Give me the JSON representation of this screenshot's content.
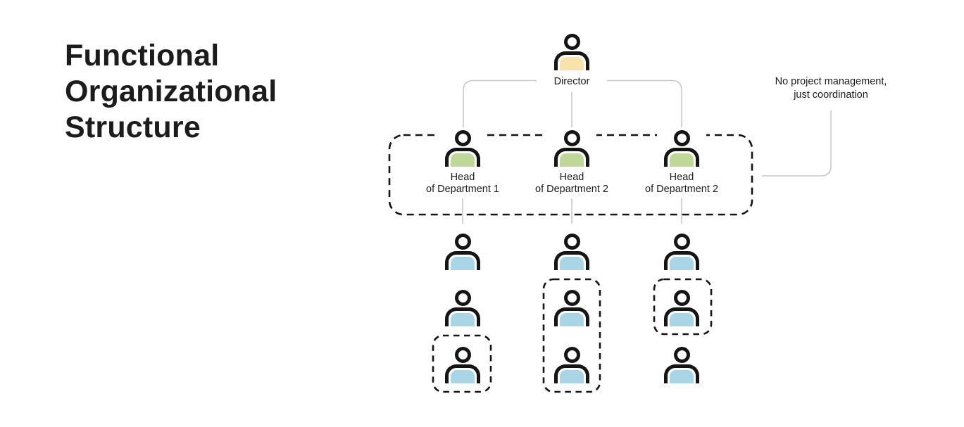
{
  "title": {
    "lines": [
      "Functional",
      "Organizational",
      "Structure"
    ]
  },
  "annotation": {
    "lines": [
      "No project management,",
      "just coordination"
    ]
  },
  "org_chart": {
    "director": {
      "label": "Director"
    },
    "departments": [
      {
        "head_label_lines": [
          "Head",
          "of Department 1"
        ],
        "member_count": 3,
        "dashed_member_rows": [
          3
        ],
        "dashed_rows_grouped": false
      },
      {
        "head_label_lines": [
          "Head",
          "of Department 2"
        ],
        "member_count": 3,
        "dashed_member_rows": [
          2,
          3
        ],
        "dashed_rows_grouped": true
      },
      {
        "head_label_lines": [
          "Head",
          "of Department 2"
        ],
        "member_count": 3,
        "dashed_member_rows": [
          2
        ],
        "dashed_rows_grouped": false
      }
    ]
  },
  "colors": {
    "background": "#FFFFFF",
    "text": "#1C1C1C",
    "outline": "#151515",
    "connector": "#C9C9C9",
    "director_fill": "#FAE2AC",
    "head_fill": "#BFD89A",
    "member_fill": "#A9D5E6"
  }
}
